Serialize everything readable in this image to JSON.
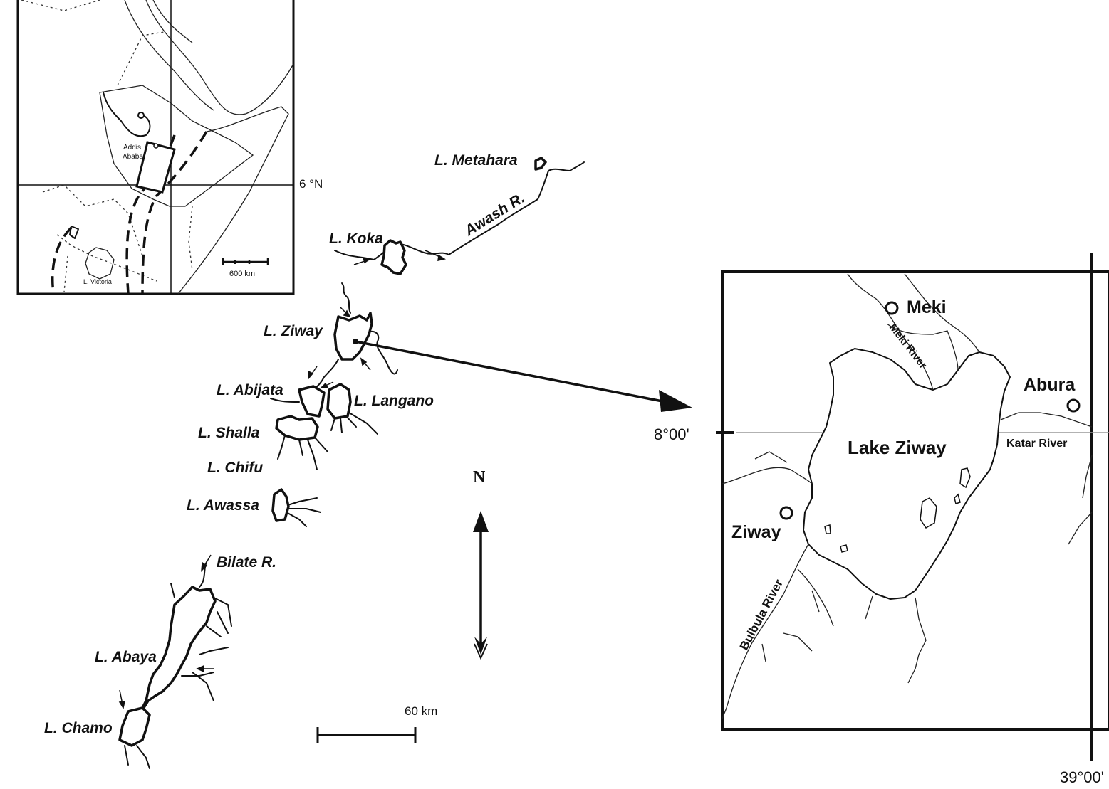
{
  "inset": {
    "city_label_1": "Addis",
    "city_label_2": "Ababa",
    "latitude_label": "6 °N",
    "scale_label": "600 km",
    "lake_label": "L. Victoria"
  },
  "main_map": {
    "lakes": {
      "metahara": "L. Metahara",
      "koka": "L. Koka",
      "ziway": "L. Ziway",
      "abijata": "L. Abijata",
      "langano": "L. Langano",
      "shalla": "L. Shalla",
      "chifu": "L. Chifu",
      "awassa": "L. Awassa",
      "abaya": "L. Abaya",
      "chamo": "L. Chamo"
    },
    "rivers": {
      "awash": "Awash R.",
      "bilate": "Bilate R."
    },
    "north_label": "N",
    "scale_label": "60 km"
  },
  "detail_map": {
    "lake_label": "Lake Ziway",
    "towns": {
      "meki": "Meki",
      "abura": "Abura",
      "ziway": "Ziway"
    },
    "rivers": {
      "meki": "Meki River",
      "katar": "Katar River",
      "bulbula": "Bulbula River"
    },
    "latitude_label": "8°00'",
    "longitude_label": "39°00'"
  }
}
